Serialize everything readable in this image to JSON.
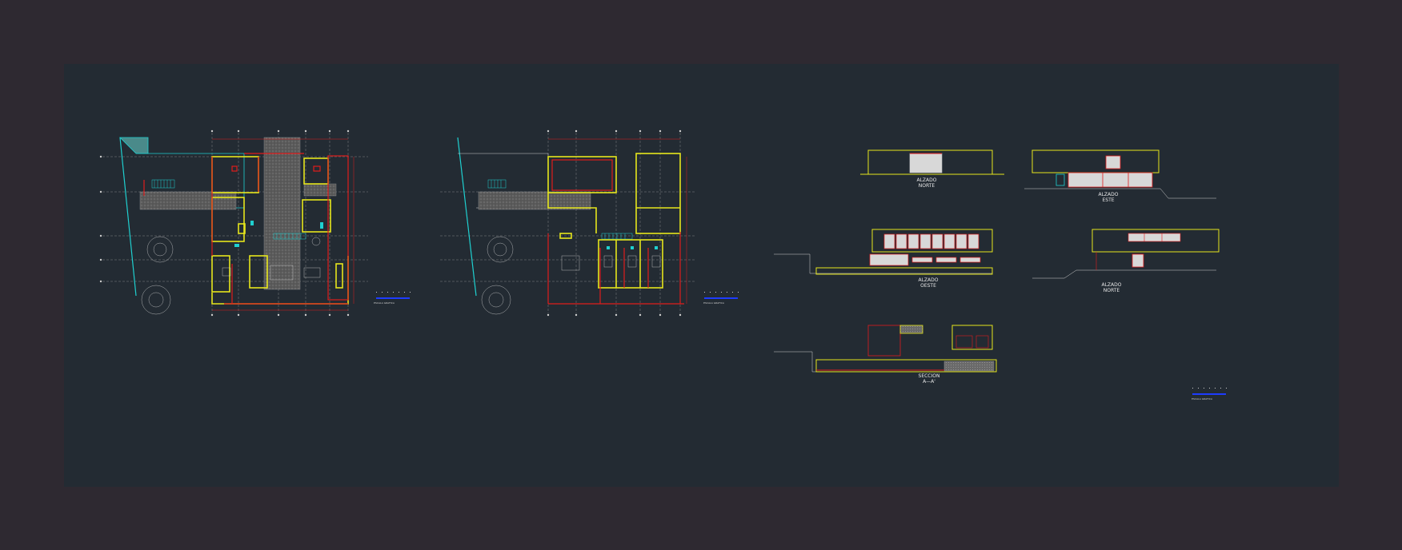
{
  "drawing": {
    "background": "#2e2931",
    "sheet_color": "#232b33",
    "colors": {
      "wall": "#e6e61c",
      "red": "#e01c1c",
      "cyan": "#1fd0d0",
      "gray": "#9a9a9a"
    }
  },
  "plans": [
    {
      "id": "planta-baja",
      "scale_label": "ESCALA GRAFICA"
    },
    {
      "id": "planta-alta",
      "scale_label": "ESCALA GRAFICA"
    }
  ],
  "elevations": [
    {
      "id": "alzado-norte-1",
      "line1": "ALZADO",
      "line2": "NORTE"
    },
    {
      "id": "alzado-este",
      "line1": "ALZADO",
      "line2": "ESTE"
    },
    {
      "id": "alzado-oeste",
      "line1": "ALZADO",
      "line2": "OESTE"
    },
    {
      "id": "alzado-norte-2",
      "line1": "ALZADO",
      "line2": "NORTE"
    },
    {
      "id": "seccion-aa",
      "line1": "SECCION",
      "line2": "A—A'"
    }
  ],
  "sheet_scale_label": "ESCALA GRAFICA"
}
